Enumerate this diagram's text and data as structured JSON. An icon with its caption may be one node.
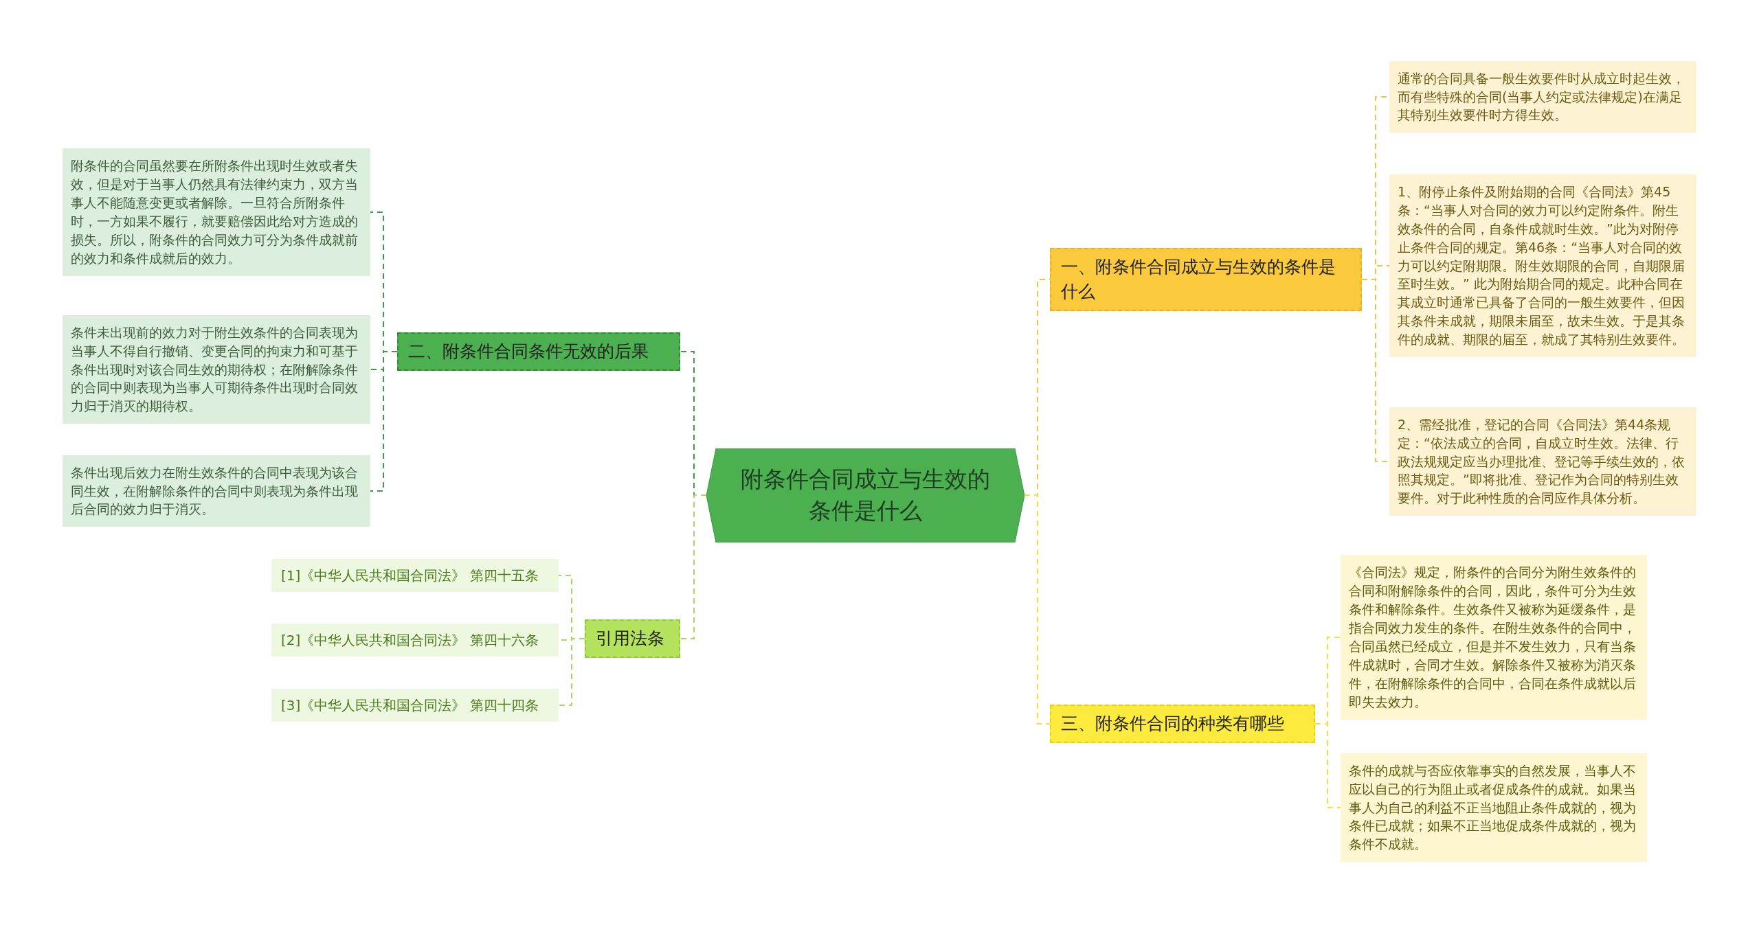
{
  "diagram": {
    "nodes": [
      {
        "text": [
          "附条件合同成立与生效的条件是什么"
        ]
      },
      {
        "text": [
          "一、附条件合同成立与生效的条件是什么"
        ]
      },
      {
        "text": [
          "通常的合同具备一般生效要件时从成立时起生效，而有些特殊的合同(当事人约定或法律规定)在满足其特别生效要件时方得生效。"
        ]
      },
      {
        "text": [
          "1、附停止条件及附始期的合同《合同法》第45条：“当事人对合同的效力可以约定附条件。附生效条件的合同，自条件成就时生效。”此为对附停止条件合同的规定。第46条：“当事人对合同的效力可以约定附期限。附生效期限的合同，自期限届至时生效。” 此为附始期合同的规定。此种合同在其成立时通常已具备了合同的一般生效要件，但因其条件未成就，期限未届至，故未生效。于是其条件的成就、期限的届至，就成了其特别生效要件。"
        ]
      },
      {
        "text": [
          "2、需经批准，登记的合同《合同法》第44条规定：“依法成立的合同，自成立时生效。法律、行政法规规定应当办理批准、登记等手续生效的，依照其规定。”即将批准、登记作为合同的特别生效要件。对于此种性质的合同应作具体分析。"
        ]
      },
      {
        "text": [
          "二、附条件合同条件无效的后果"
        ]
      },
      {
        "text": [
          "附条件的合同虽然要在所附条件出现时生效或者失效，但是对于当事人仍然具有法律约束力，双方当事人不能随意变更或者解除。一旦符合所附条件时，一方如果不履行，就要赔偿因此给对方造成的损失。所以，附条件的合同效力可分为条件成就前的效力和条件成就后的效力。"
        ]
      },
      {
        "text": [
          "条件未出现前的效力对于附生效条件的合同表现为当事人不得自行撤销、变更合同的拘束力和可基于条件出现时对该合同生效的期待权；在附解除条件的合同中则表现为当事人可期待条件出现时合同效力归于消灭的期待权。"
        ]
      },
      {
        "text": [
          "条件出现后效力在附生效条件的合同中表现为该合同生效，在附解除条件的合同中则表现为条件出现后合同的效力归于消灭。"
        ]
      },
      {
        "text": [
          "三、附条件合同的种类有哪些"
        ]
      },
      {
        "text": [
          "《合同法》规定，附条件的合同分为附生效条件的合同和附解除条件的合同，因此，条件可分为生效条件和解除条件。生效条件又被称为延缓条件，是指合同效力发生的条件。在附生效条件的合同中，合同虽然已经成立，但是并不发生效力，只有当条件成就时，合同才生效。解除条件又被称为消灭条件，在附解除条件的合同中，合同在条件成就以后即失去效力。"
        ]
      },
      {
        "text": [
          "条件的成就与否应依靠事实的自然发展，当事人不应以自己的行为阻止或者促成条件的成就。如果当事人为自己的利益不正当地阻止条件成就的，视为条件已成就；如果不正当地促成条件成就的，视为条件不成就。"
        ]
      },
      {
        "text": [
          "引用法条"
        ]
      },
      {
        "text": [
          "[1]《中华人民共和国合同法》 第四十五条"
        ]
      },
      {
        "text": [
          "[2]《中华人民共和国合同法》 第四十六条"
        ]
      },
      {
        "text": [
          "[3]《中华人民共和国合同法》 第四十四条"
        ]
      }
    ],
    "edges": [
      {
        "from": 0,
        "to": 1,
        "arrow": "none",
        "style": "dashed",
        "color": "#f2c14a"
      },
      {
        "from": 1,
        "to": 2,
        "arrow": "none",
        "style": "dashed",
        "color": "#f2c14a"
      },
      {
        "from": 1,
        "to": 3,
        "arrow": "none",
        "style": "dashed",
        "color": "#f2c14a"
      },
      {
        "from": 1,
        "to": 4,
        "arrow": "none",
        "style": "dashed",
        "color": "#f2c14a"
      },
      {
        "from": 0,
        "to": 5,
        "arrow": "none",
        "style": "dashed",
        "color": "#3f9a4a"
      },
      {
        "from": 5,
        "to": 6,
        "arrow": "none",
        "style": "dashed",
        "color": "#3f9a4a"
      },
      {
        "from": 5,
        "to": 7,
        "arrow": "none",
        "style": "dashed",
        "color": "#3f9a4a"
      },
      {
        "from": 5,
        "to": 8,
        "arrow": "none",
        "style": "dashed",
        "color": "#3f9a4a"
      },
      {
        "from": 0,
        "to": 9,
        "arrow": "none",
        "style": "dashed",
        "color": "#f2df3c"
      },
      {
        "from": 9,
        "to": 10,
        "arrow": "none",
        "style": "dashed",
        "color": "#f2df3c"
      },
      {
        "from": 9,
        "to": 11,
        "arrow": "none",
        "style": "dashed",
        "color": "#f2df3c"
      },
      {
        "from": 0,
        "to": 12,
        "arrow": "none",
        "style": "dashed",
        "color": "#a6d95a"
      },
      {
        "from": 12,
        "to": 13,
        "arrow": "none",
        "style": "dashed",
        "color": "#a6d95a"
      },
      {
        "from": 12,
        "to": 14,
        "arrow": "none",
        "style": "dashed",
        "color": "#a6d95a"
      },
      {
        "from": 12,
        "to": 15,
        "arrow": "none",
        "style": "dashed",
        "color": "#a6d95a"
      }
    ]
  }
}
